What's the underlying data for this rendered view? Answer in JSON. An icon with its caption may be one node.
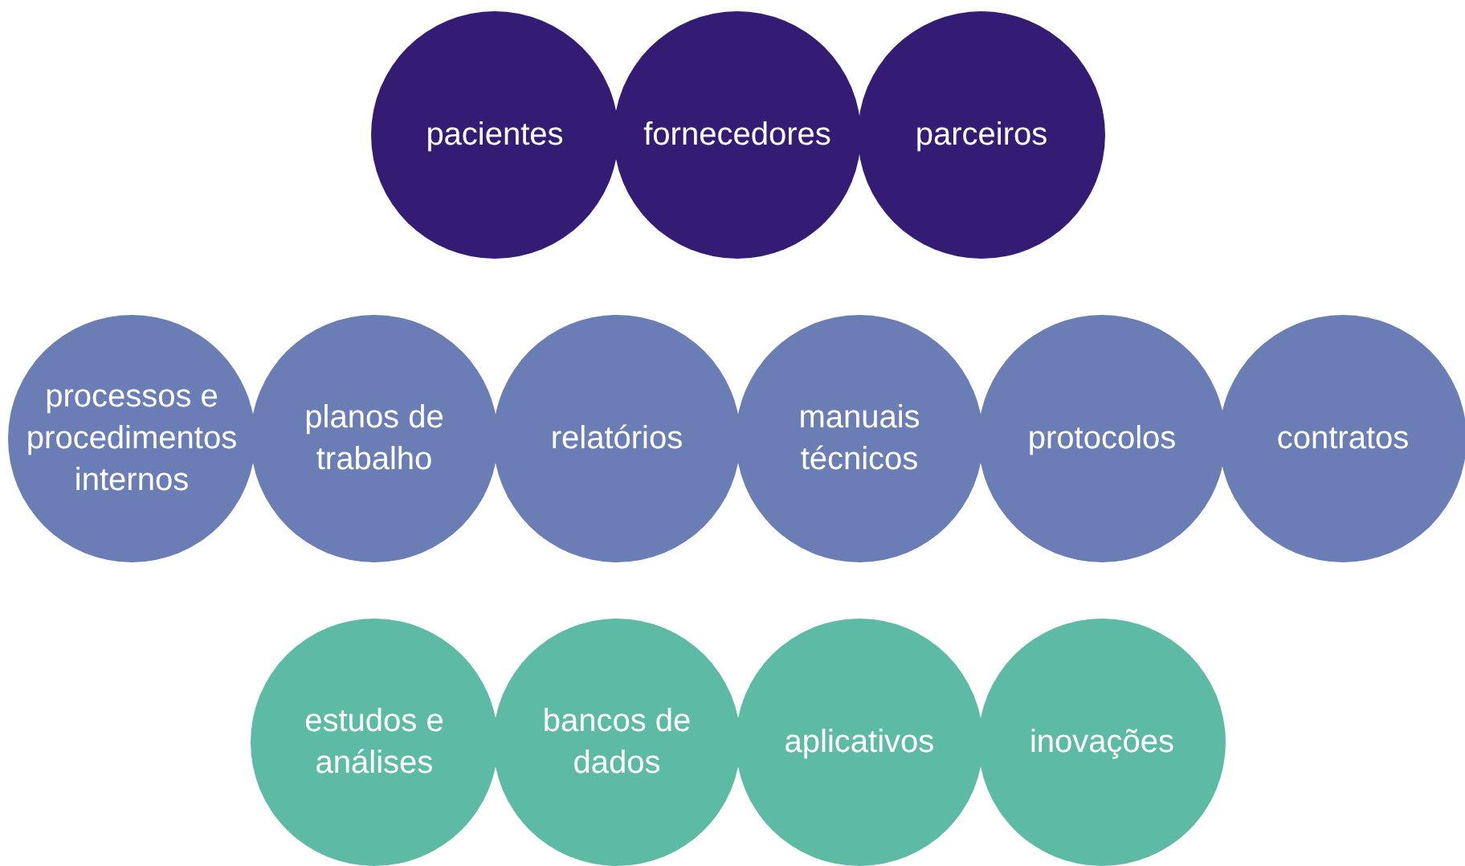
{
  "diagram": {
    "nodes": [
      {
        "text": [
          "pacientes"
        ]
      },
      {
        "text": [
          "fornecedores"
        ]
      },
      {
        "text": [
          "parceiros"
        ]
      },
      {
        "text": [
          "processos e procedimentos internos"
        ]
      },
      {
        "text": [
          "planos de trabalho"
        ]
      },
      {
        "text": [
          "relatórios"
        ]
      },
      {
        "text": [
          "manuais técnicos"
        ]
      },
      {
        "text": [
          "protocolos"
        ]
      },
      {
        "text": [
          "contratos"
        ]
      },
      {
        "text": [
          "estudos e análises"
        ]
      },
      {
        "text": [
          "bancos de dados"
        ]
      },
      {
        "text": [
          "aplicativos"
        ]
      },
      {
        "text": [
          "inovações"
        ]
      }
    ]
  }
}
